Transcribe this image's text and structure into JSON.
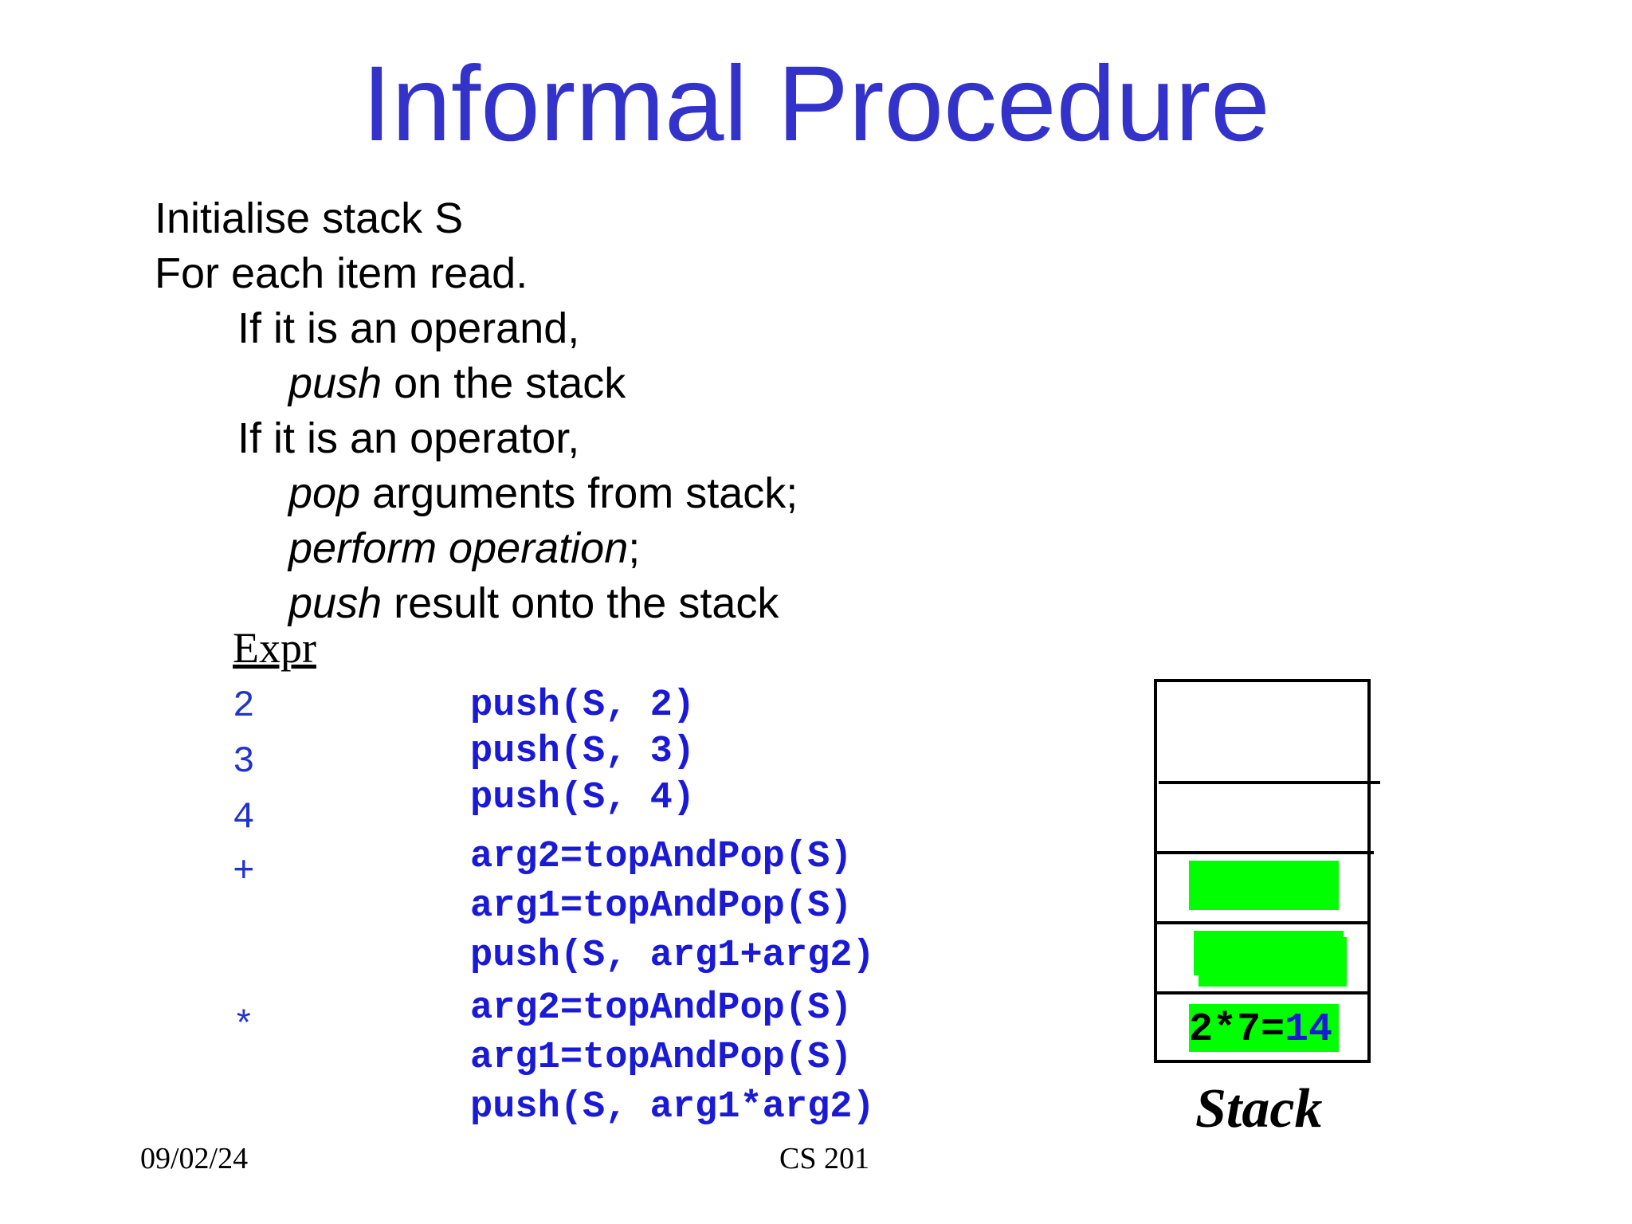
{
  "slide": {
    "title": "Informal Procedure",
    "procedure": {
      "line1": "Initialise stack S",
      "line2": "For each item read.",
      "line3": "If it is an operand,",
      "line4_italic": "push",
      "line4_rest": " on the stack",
      "line5": "If it is an operator,",
      "line6_italic": "pop",
      "line6_rest": " arguments from stack;",
      "line7_italic": "perform operation",
      "line7_rest": ";",
      "line8_italic": "push",
      "line8_rest": " result onto the stack"
    },
    "expr_label": "Expr",
    "expr_items": [
      "2",
      "3",
      "4",
      "+",
      "*"
    ],
    "code_lines": [
      "push(S, 2)",
      "push(S, 3)",
      "push(S, 4)",
      "arg2=topAndPop(S)",
      "arg1=topAndPop(S)",
      "push(S, arg1+arg2)",
      "arg2=topAndPop(S)",
      "arg1=topAndPop(S)",
      "push(S, arg1*arg2)"
    ],
    "stack": {
      "result_prefix": "2*7=",
      "result_value": "14",
      "caption": "Stack",
      "highlight_color": "#00ff00"
    },
    "footer": {
      "date": "09/02/24",
      "course": "CS 201"
    }
  }
}
